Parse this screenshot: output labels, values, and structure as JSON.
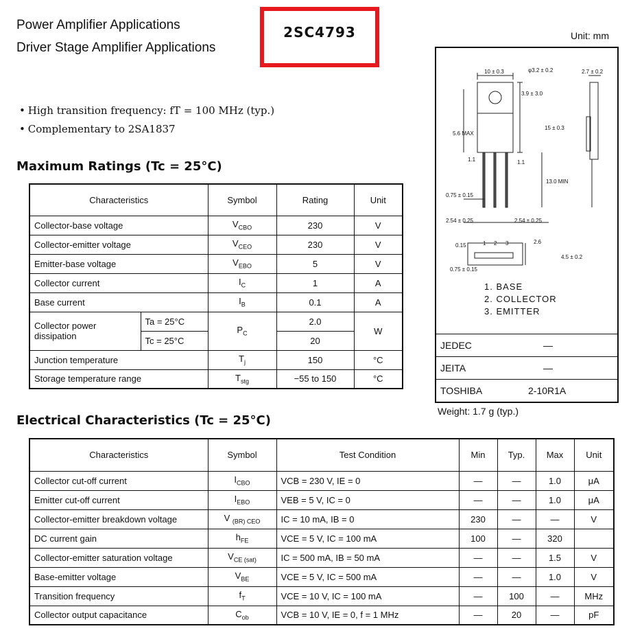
{
  "header": {
    "app_line_1": "Power Amplifier Applications",
    "app_line_2": "Driver Stage Amplifier Applications",
    "part_number": "2SC4793",
    "part_box_color": "#e8191e",
    "unit": "Unit: mm"
  },
  "features": [
    "High transition frequency: fT = 100 MHz (typ.)",
    "Complementary to 2SA1837"
  ],
  "max_ratings": {
    "title": "Maximum Ratings (Tc = 25°C)",
    "headers": [
      "Characteristics",
      "Symbol",
      "Rating",
      "Unit"
    ],
    "rows": [
      {
        "char": "Collector-base voltage",
        "sym": "V",
        "sub": "CBO",
        "rating": "230",
        "unit": "V"
      },
      {
        "char": "Collector-emitter voltage",
        "sym": "V",
        "sub": "CEO",
        "rating": "230",
        "unit": "V"
      },
      {
        "char": "Emitter-base voltage",
        "sym": "V",
        "sub": "EBO",
        "rating": "5",
        "unit": "V"
      },
      {
        "char": "Collector current",
        "sym": "I",
        "sub": "C",
        "rating": "1",
        "unit": "A"
      },
      {
        "char": "Base current",
        "sym": "I",
        "sub": "B",
        "rating": "0.1",
        "unit": "A"
      }
    ],
    "power": {
      "char": "Collector power dissipation",
      "cond1": "Ta = 25°C",
      "cond2": "Tc = 25°C",
      "sym": "P",
      "sub": "C",
      "rating1": "2.0",
      "rating2": "20",
      "unit": "W"
    },
    "rows2": [
      {
        "char": "Junction temperature",
        "sym": "T",
        "sub": "j",
        "rating": "150",
        "unit": "°C"
      },
      {
        "char": "Storage temperature range",
        "sym": "T",
        "sub": "stg",
        "rating": "−55 to 150",
        "unit": "°C"
      }
    ]
  },
  "package": {
    "pins": [
      "1.  BASE",
      "2.  COLLECTOR",
      "3.  EMITTER"
    ],
    "rows": [
      {
        "label": "JEDEC",
        "value": "—"
      },
      {
        "label": "JEITA",
        "value": "—"
      },
      {
        "label": "TOSHIBA",
        "value": "2-10R1A"
      }
    ],
    "weight": "Weight: 1.7 g (typ.)",
    "dims": {
      "w10": "10 ± 0.3",
      "hole": "φ3.2 ± 0.2",
      "t27": "2.7 ± 0.2",
      "d39": "3.9 ± 3.0",
      "h15": "15 ± 0.3",
      "h56": "5.6 MAX",
      "l11a": "1.1",
      "l11b": "1.1",
      "len13": "13.0 MIN",
      "p075": "0.75 ± 0.15",
      "p254a": "2.54 ± 0.25",
      "p254b": "2.54 ± 0.25",
      "n1": "1",
      "n2": "2",
      "n3": "3",
      "d26": "2.6",
      "s015": "0.15",
      "s075": "0.75 ± 0.15",
      "s45": "4.5 ± 0.2"
    }
  },
  "elec": {
    "title": "Electrical Characteristics (Tc = 25°C)",
    "headers": [
      "Characteristics",
      "Symbol",
      "Test Condition",
      "Min",
      "Typ.",
      "Max",
      "Unit"
    ],
    "rows": [
      {
        "char": "Collector cut-off current",
        "sym": "I",
        "sub": "CBO",
        "cond": "VCB = 230 V, IE = 0",
        "min": "—",
        "typ": "—",
        "max": "1.0",
        "unit": "μA"
      },
      {
        "char": "Emitter cut-off current",
        "sym": "I",
        "sub": "EBO",
        "cond": "VEB = 5 V, IC = 0",
        "min": "—",
        "typ": "—",
        "max": "1.0",
        "unit": "μA"
      },
      {
        "char": "Collector-emitter breakdown voltage",
        "sym": "V ",
        "sub": "(BR) CEO",
        "cond": "IC = 10 mA, IB = 0",
        "min": "230",
        "typ": "—",
        "max": "—",
        "unit": "V"
      },
      {
        "char": "DC current gain",
        "sym": "h",
        "sub": "FE",
        "cond": "VCE = 5 V, IC = 100 mA",
        "min": "100",
        "typ": "—",
        "max": "320",
        "unit": ""
      },
      {
        "char": "Collector-emitter saturation voltage",
        "sym": "V",
        "sub": "CE (sat)",
        "cond": "IC = 500 mA, IB = 50 mA",
        "min": "—",
        "typ": "—",
        "max": "1.5",
        "unit": "V"
      },
      {
        "char": "Base-emitter voltage",
        "sym": "V",
        "sub": "BE",
        "cond": "VCE = 5 V, IC = 500 mA",
        "min": "—",
        "typ": "—",
        "max": "1.0",
        "unit": "V"
      },
      {
        "char": "Transition frequency",
        "sym": "f",
        "sub": "T",
        "cond": "VCE = 10 V, IC = 100 mA",
        "min": "—",
        "typ": "100",
        "max": "—",
        "unit": "MHz"
      },
      {
        "char": "Collector output capacitance",
        "sym": "C",
        "sub": "ob",
        "cond": "VCB = 10 V, IE = 0, f = 1 MHz",
        "min": "—",
        "typ": "20",
        "max": "—",
        "unit": "pF"
      }
    ]
  }
}
